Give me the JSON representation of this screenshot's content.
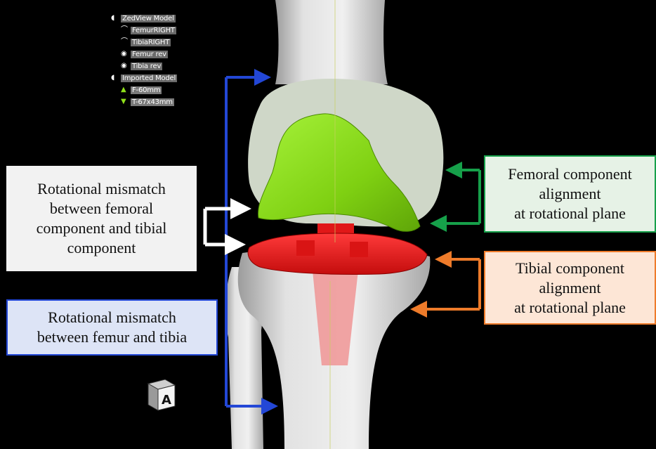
{
  "model_tree": {
    "groups": [
      {
        "label": "ZedView Model",
        "items": [
          "FemurRIGHT",
          "TibiaRIGHT",
          "Femur rev",
          "Tibia rev"
        ]
      },
      {
        "label": "Imported Model",
        "items": [
          "F-60mm",
          "T-67x43mm"
        ]
      }
    ]
  },
  "labels": {
    "rotational_mismatch_components": [
      "Rotational mismatch",
      "between femoral",
      "component and tibial",
      "component"
    ],
    "rotational_mismatch_bones": [
      "Rotational mismatch",
      "between femur and tibia"
    ],
    "femoral_alignment": [
      "Femoral component",
      "alignment",
      "at rotational plane"
    ],
    "tibial_alignment": [
      "Tibial component",
      "alignment",
      "at rotational plane"
    ]
  },
  "orientation_cube_label": "A",
  "colors": {
    "femoral_component": "#8fe01a",
    "tibial_component": "#ee1c1c",
    "blue_arrow": "#2347d6",
    "green_arrow": "#16a04a",
    "orange_arrow": "#ee7b2a",
    "white_arrow": "#ffffff",
    "bone": "#d9d9d9"
  }
}
